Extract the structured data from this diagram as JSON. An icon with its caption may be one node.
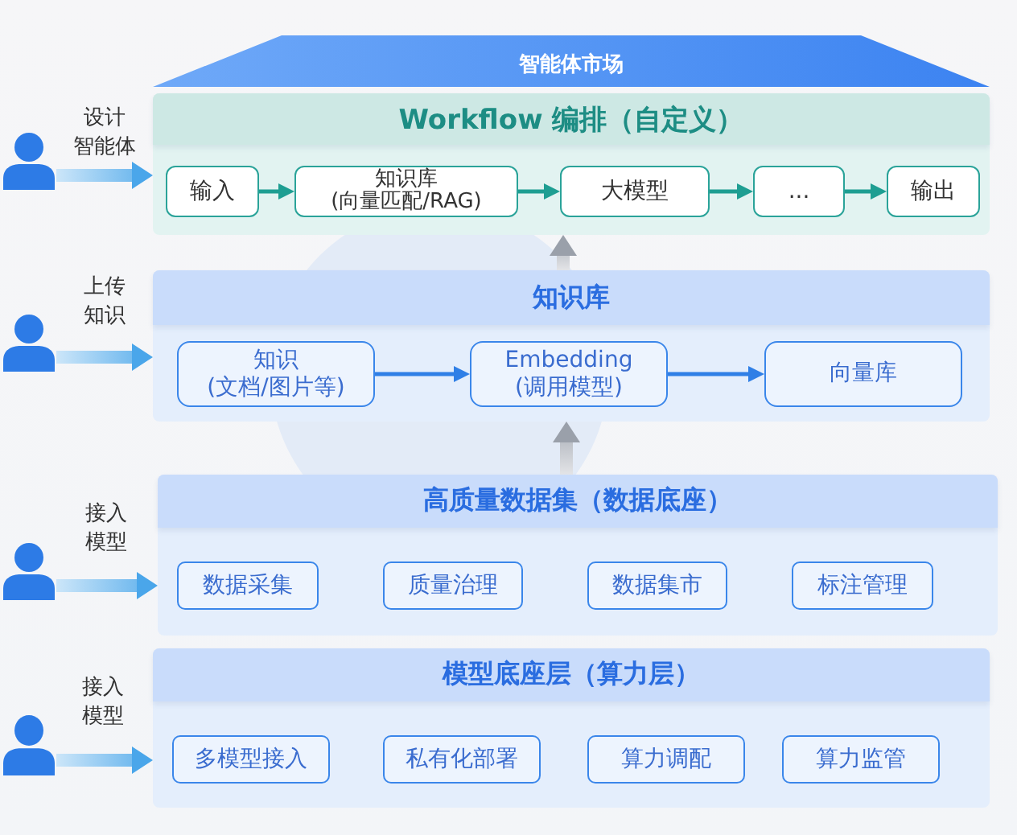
{
  "diagram": {
    "nodes": [
      {
        "text": [
          "智能体市场"
        ]
      },
      {
        "text": [],
        "shape": "person",
        "beside": [
          "设计智能体"
        ]
      },
      {
        "text": [
          "Workflow 编排（自定义）"
        ]
      },
      {
        "text": [
          "输入"
        ],
        "in": 2
      },
      {
        "text": [
          "知识库(向量匹配/RAG)"
        ],
        "in": 2
      },
      {
        "text": [
          "大模型"
        ],
        "in": 2
      },
      {
        "text": [
          "..."
        ],
        "in": 2
      },
      {
        "text": [
          "输出"
        ],
        "in": 2
      },
      {
        "text": [],
        "shape": "person",
        "beside": [
          "上传知识"
        ]
      },
      {
        "text": [
          "知识库"
        ]
      },
      {
        "text": [
          "知识(文档/图片等)"
        ],
        "in": 9
      },
      {
        "text": [
          "Embedding (调用模型)"
        ],
        "in": 9
      },
      {
        "text": [
          "向量库"
        ],
        "in": 9
      },
      {
        "text": [],
        "shape": "person",
        "beside": [
          "接入模型"
        ]
      },
      {
        "text": [
          "高质量数据集（数据底座）"
        ]
      },
      {
        "text": [
          "数据采集"
        ],
        "in": 14
      },
      {
        "text": [
          "质量治理"
        ],
        "in": 14
      },
      {
        "text": [
          "数据集市"
        ],
        "in": 14
      },
      {
        "text": [
          "标注管理"
        ],
        "in": 14
      },
      {
        "text": [],
        "shape": "person",
        "beside": [
          "接入模型"
        ]
      },
      {
        "text": [
          "模型底座层（算力层）"
        ]
      },
      {
        "text": [
          "多模型接入"
        ],
        "in": 20
      },
      {
        "text": [
          "私有化部署"
        ],
        "in": 20
      },
      {
        "text": [
          "算力调配"
        ],
        "in": 20
      },
      {
        "text": [
          "算力监管"
        ],
        "in": 20
      }
    ],
    "edges": [
      {
        "from": 1,
        "to": 2,
        "arrow": "to",
        "style": "thick",
        "color": "#4aa6ea"
      },
      {
        "from": 3,
        "to": 4,
        "arrow": "to"
      },
      {
        "from": 4,
        "to": 5,
        "arrow": "to"
      },
      {
        "from": 5,
        "to": 6,
        "arrow": "to"
      },
      {
        "from": 6,
        "to": 7,
        "arrow": "to"
      },
      {
        "from": 9,
        "to": 2,
        "arrow": "to",
        "style": "thick",
        "color": "#9aa0aa"
      },
      {
        "from": 8,
        "to": 9,
        "arrow": "to",
        "style": "thick",
        "color": "#4aa6ea"
      },
      {
        "from": 10,
        "to": 11,
        "arrow": "to",
        "color": "#2f7fe6"
      },
      {
        "from": 11,
        "to": 12,
        "arrow": "to",
        "color": "#2f7fe6"
      },
      {
        "from": 14,
        "to": 9,
        "arrow": "to",
        "style": "thick",
        "color": "#9aa0aa"
      },
      {
        "from": 13,
        "to": 14,
        "arrow": "to",
        "style": "thick",
        "color": "#4aa6ea"
      },
      {
        "from": 19,
        "to": 20,
        "arrow": "to",
        "style": "thick",
        "color": "#4aa6ea"
      }
    ]
  }
}
